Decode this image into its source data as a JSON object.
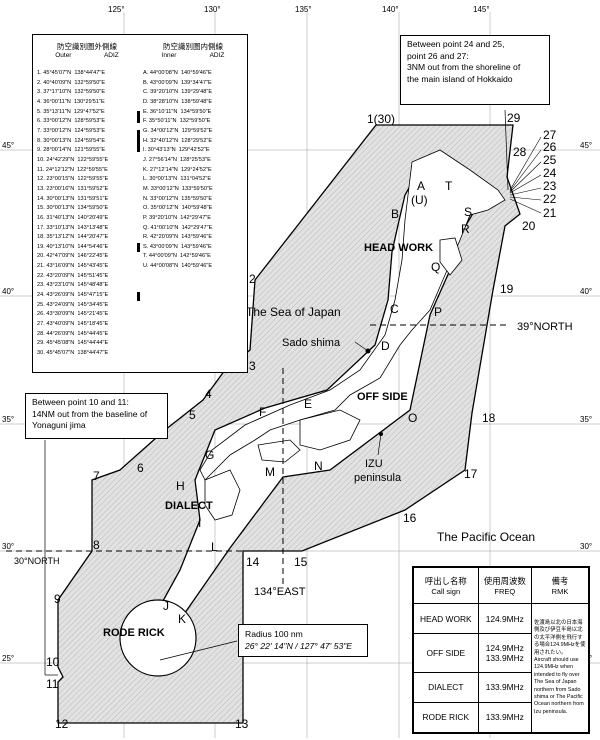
{
  "graticule": {
    "lon_labels": [
      "125°",
      "130°",
      "135°",
      "140°",
      "145°"
    ],
    "lat_labels_left": [
      "45°",
      "40°",
      "35°",
      "30°",
      "25°"
    ],
    "lat_labels_right": [
      "45°",
      "40°",
      "35°",
      "30°",
      "25°"
    ]
  },
  "coord_table": {
    "outer_title": "防空識別圏外側線",
    "outer_sub_en": "Outer",
    "outer_sub_adiz": "ADIZ",
    "inner_title": "防空識別圏内側線",
    "inner_sub_en": "Inner",
    "inner_sub_adiz": "ADIZ",
    "outer_rows": [
      "1. 45°45'07\"N  138°44'47\"E",
      "2. 40°40'09\"N  132°59'50\"E",
      "3. 37°17'10\"N  132°59'50\"E",
      "4. 36°00'11\"N  130°29'51\"E",
      "5. 35°13'11\"N  129°47'52\"E",
      "6. 33°00'12\"N  128°59'53\"E",
      "7. 33°00'12\"N  124°59'53\"E",
      "8. 30°00'13\"N  124°59'54\"E",
      "9. 28°00'14\"N  121°59'55\"E",
      "10. 24°42'29\"N  122°59'55\"E",
      "11. 24°12'12\"N  122°59'55\"E",
      "12. 23°00'15\"N  122°59'55\"E",
      "13. 23°00'16\"N  131°59'52\"E",
      "14. 30°00'13\"N  131°59'51\"E",
      "15. 30°00'13\"N  134°59'50\"E",
      "16. 31°40'13\"N  140°20'49\"E",
      "17. 33°10'13\"N  143°13'48\"E",
      "18. 35°13'12\"N  144°20'47\"E",
      "19. 40°13'10\"N  144°54'46\"E",
      "20. 42°47'09\"N  146°22'45\"E",
      "21. 43°16'09\"N  145°43'45\"E",
      "22. 43°20'09\"N  145°51'45\"E",
      "23. 43°23'10\"N  145°48'48\"E",
      "24. 43°26'09\"N  145°47'15\"E",
      "25. 43°24'09\"N  145°34'45\"E",
      "26. 43°30'09\"N  145°21'45\"E",
      "27. 43°40'09\"N  145°18'45\"E",
      "28. 44°26'09\"N  145°44'45\"E",
      "29. 45°45'08\"N  145°44'44\"E",
      "30. 45°45'07\"N  138°44'47\"E"
    ],
    "inner_rows": [
      "A. 44°00'08\"N  140°59'46\"E",
      "B. 43°00'09\"N  139°34'47\"E",
      "C. 39°20'10\"N  139°29'48\"E",
      "D. 38°28'10\"N  138°59'48\"E",
      "E. 36°10'11\"N  134°59'50\"E",
      "F. 35°50'11\"N  132°59'50\"E",
      "G. 34°00'12\"N  129°59'52\"E",
      "H. 32°40'12\"N  128°29'52\"E",
      "I. 30°43'13\"N  129°42'52\"E",
      "J. 27°56'14\"N  128°25'53\"E",
      "K. 27°12'14\"N  129°24'52\"E",
      "L. 30°00'13\"N  131°04'52\"E",
      "M. 33°00'12\"N  133°59'50\"E",
      "N. 33°00'12\"N  135°59'50\"E",
      "O. 35°00'12\"N  140°59'48\"E",
      "P. 39°20'10\"N  142°29'47\"E",
      "Q. 41°00'10\"N  142°29'47\"E",
      "R. 42°20'09\"N  143°59'46\"E",
      "S. 43°00'09\"N  143°59'46\"E",
      "T. 44°00'09\"N  142°59'46\"E",
      "U. 44°00'08\"N  140°59'46\"E"
    ]
  },
  "notes": {
    "points_24_25": [
      "Between point 24 and 25,",
      "point 26 and 27:",
      "3NM out from the shoreline of",
      "the main island of Hokkaido"
    ],
    "points_10_11": [
      "Between point 10 and 11:",
      "14NM out from the baseline of",
      "Yonaguni jima"
    ],
    "radius_line1": "Radius 100 nm",
    "radius_line2": "26° 22' 14\"N / 127° 47' 53\"E"
  },
  "map_labels": {
    "sea_of_japan": "The Sea of Japan",
    "pacific_ocean": "The Pacific Ocean",
    "sado_shima": "Sado shima",
    "izu_line1": "IZU",
    "izu_line2": "peninsula",
    "head_work": "HEAD WORK",
    "off_side": "OFF SIDE",
    "dialect": "DIALECT",
    "rode_rick": "RODE RICK",
    "north_39": "39°NORTH",
    "north_30": "30°NORTH",
    "east_134": "134°EAST",
    "outer_points": [
      "1(30)",
      "2",
      "3",
      "4",
      "5",
      "6",
      "7",
      "8",
      "9",
      "10",
      "11",
      "12",
      "13",
      "14",
      "15",
      "16",
      "17",
      "18",
      "19",
      "20",
      "21",
      "22",
      "23",
      "24",
      "25",
      "26",
      "27",
      "28",
      "29"
    ],
    "inner_points": [
      "A",
      "(U)",
      "B",
      "C",
      "D",
      "E",
      "F",
      "G",
      "H",
      "I",
      "J",
      "K",
      "L",
      "M",
      "N",
      "O",
      "P",
      "Q",
      "R",
      "S",
      "T"
    ]
  },
  "freq_table": {
    "headers": [
      {
        "jp": "呼出し名称",
        "en": "Call sign"
      },
      {
        "jp": "使用周波数",
        "en": "FREQ"
      },
      {
        "jp": "備考",
        "en": "RMK"
      }
    ],
    "rows": [
      {
        "call": "HEAD WORK",
        "freq": [
          "124.9MHz"
        ]
      },
      {
        "call": "OFF SIDE",
        "freq": [
          "124.9MHz",
          "133.9MHz"
        ]
      },
      {
        "call": "DIALECT",
        "freq": [
          "133.9MHz"
        ]
      },
      {
        "call": "RODE RICK",
        "freq": [
          "133.9MHz"
        ]
      }
    ],
    "remark_jp": "佐渡島以北の日本海側及び伊豆半島以北の太平洋側を飛行する場合124.9MHzを使用されたい。",
    "remark_en": "Aircraft should use 124.9MHz when intended to fly over The Sea of Japan northern from Sado shima or The Pacific Ocean northern from Izu peninsula."
  },
  "colors": {
    "adiz_fill": "#d8d8d8",
    "land": "#ffffff",
    "line": "#000000"
  }
}
